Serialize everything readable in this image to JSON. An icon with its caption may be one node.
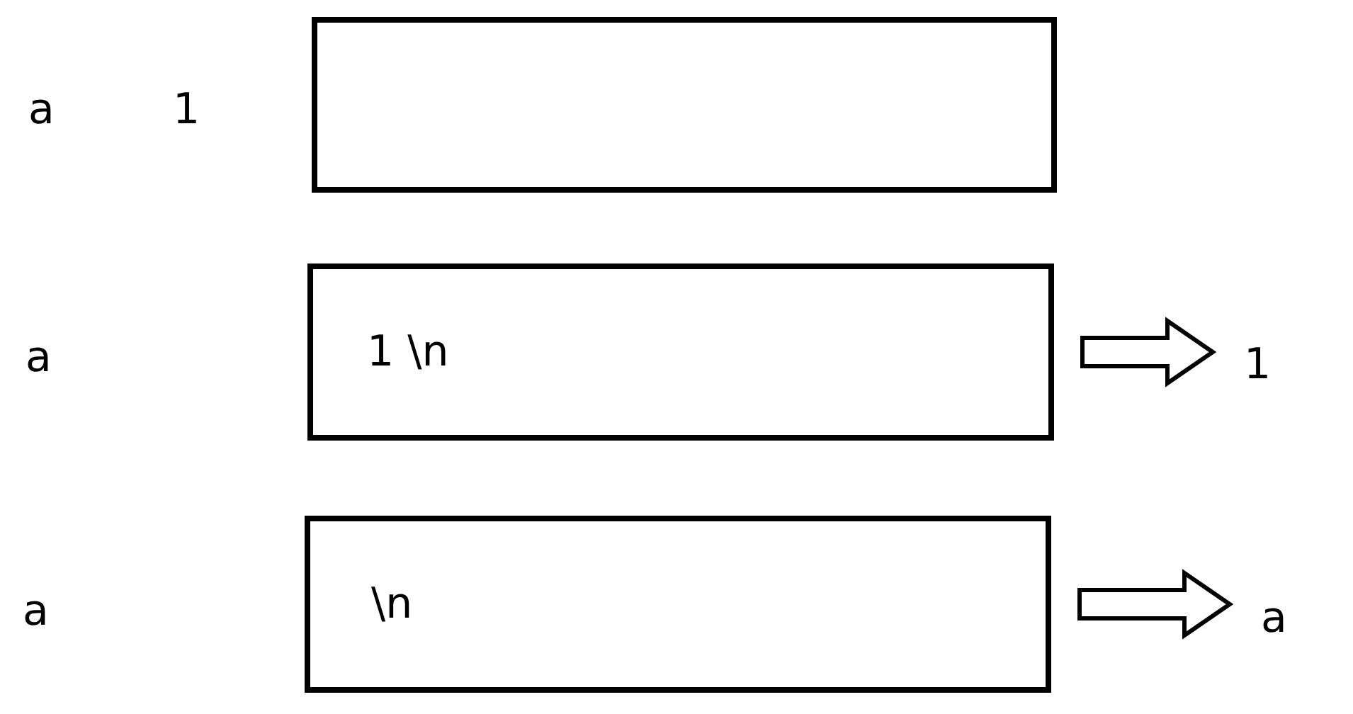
{
  "diagram": {
    "nodes": [
      {
        "text": [],
        "shape": "box"
      },
      {
        "text": [
          "1 \\n"
        ]
      },
      {
        "text": [
          "1"
        ]
      },
      {
        "text": [
          "\\n"
        ]
      },
      {
        "text": [
          "a"
        ]
      }
    ],
    "edges": [
      {
        "from": 1,
        "to": 2,
        "arrow": "to"
      },
      {
        "from": 3,
        "to": 4,
        "arrow": "to"
      }
    ],
    "labels": [
      "a",
      "1",
      "a",
      "a"
    ]
  }
}
